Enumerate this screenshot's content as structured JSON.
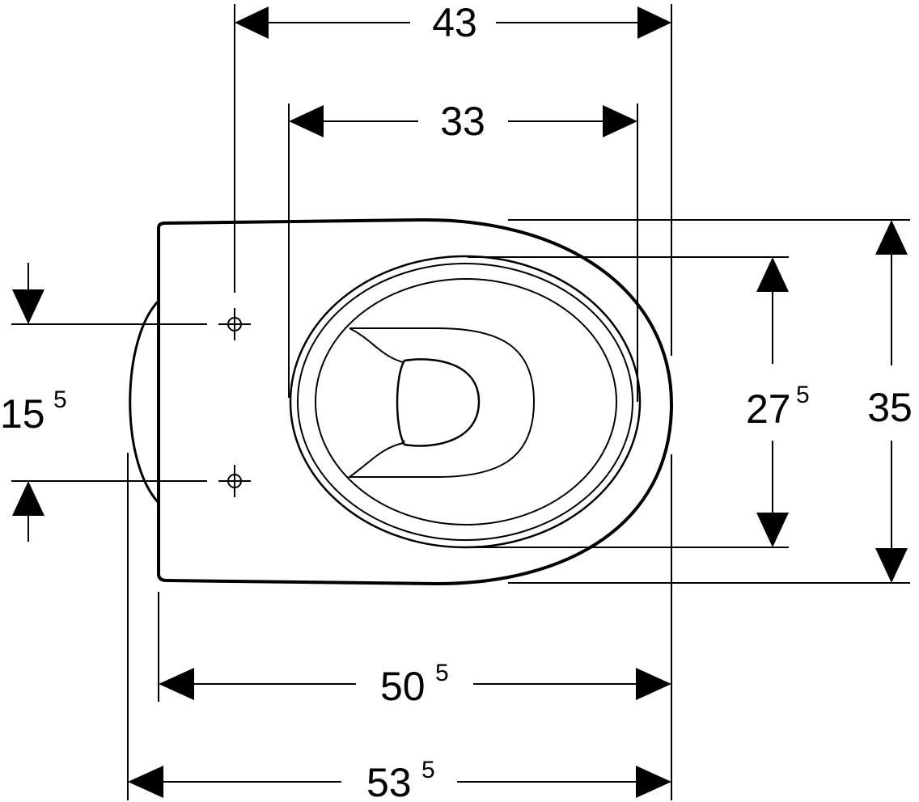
{
  "dimensions": {
    "overall_top_width": {
      "main": "43",
      "sup": ""
    },
    "bowl_inner_width": {
      "main": "33",
      "sup": ""
    },
    "bowl_inner_length": {
      "main": "27",
      "sup": "5"
    },
    "overall_height": {
      "main": "35",
      "sup": ""
    },
    "mounting_hole_spacing": {
      "main": "15",
      "sup": "5"
    },
    "body_width": {
      "main": "50",
      "sup": "5"
    },
    "overall_width": {
      "main": "53",
      "sup": "5"
    }
  }
}
